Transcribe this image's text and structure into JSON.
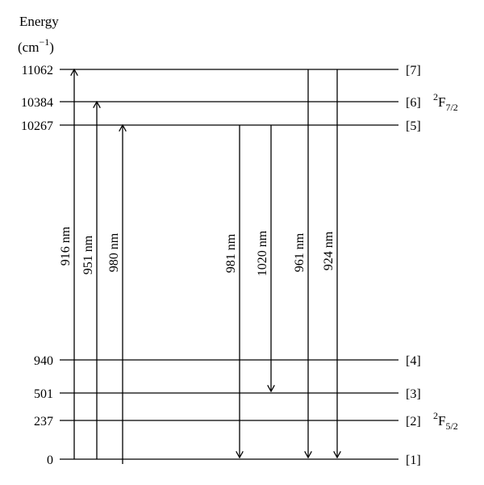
{
  "axis": {
    "title_line1": "Energy",
    "title_line2": "(cm",
    "title_sup": "−1",
    "title_close": ")"
  },
  "levels": [
    {
      "label": "[7]",
      "energy": "11062"
    },
    {
      "label": "[6]",
      "energy": "10384"
    },
    {
      "label": "[5]",
      "energy": "10267"
    },
    {
      "label": "[4]",
      "energy": "940"
    },
    {
      "label": "[3]",
      "energy": "501"
    },
    {
      "label": "[2]",
      "energy": "237"
    },
    {
      "label": "[1]",
      "energy": "0"
    }
  ],
  "manifolds": {
    "upper": {
      "main": "F",
      "pre_sup": "2",
      "sub": "7/2"
    },
    "lower": {
      "main": "F",
      "pre_sup": "2",
      "sub": "5/2"
    }
  },
  "transitions": [
    {
      "label": "916 nm",
      "from": "[1]",
      "to": "[7]",
      "direction": "up"
    },
    {
      "label": "951 nm",
      "from": "[1]",
      "to": "[6]",
      "direction": "up"
    },
    {
      "label": "980 nm",
      "from": "[1]",
      "to": "[5]",
      "direction": "up"
    },
    {
      "label": "981 nm",
      "from": "[5]",
      "to": "[1]",
      "direction": "down"
    },
    {
      "label": "1020 nm",
      "from": "[5]",
      "to": "[3]",
      "direction": "down"
    },
    {
      "label": "961 nm",
      "from": "[7]",
      "to": "[1]",
      "direction": "down"
    },
    {
      "label": "924 nm",
      "from": "[7]",
      "to": "[1]",
      "direction": "down"
    }
  ]
}
